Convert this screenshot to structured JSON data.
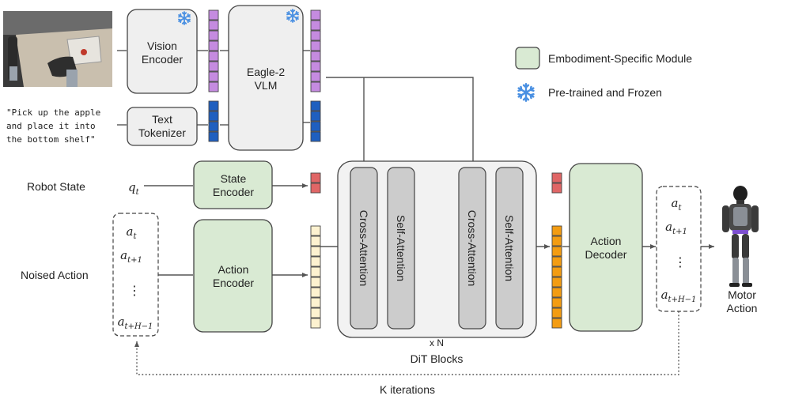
{
  "modules": {
    "vision_encoder": [
      "Vision",
      "Encoder"
    ],
    "text_tokenizer": [
      "Text",
      "Tokenizer"
    ],
    "vlm": [
      "Eagle-2",
      "VLM"
    ],
    "state_encoder": [
      "State",
      "Encoder"
    ],
    "action_encoder": [
      "Action",
      "Encoder"
    ],
    "action_decoder": [
      "Action",
      "Decoder"
    ]
  },
  "instruction": [
    "\"Pick up the apple",
    "and place it into",
    "the bottom shelf\""
  ],
  "inputs": {
    "robot_state_label": "Robot State",
    "noised_action_label": "Noised Action",
    "state_symbol": "q",
    "state_sub": "t"
  },
  "dit": {
    "blocks": [
      "Cross-Attention",
      "Self-Attention",
      "Cross-Attention",
      "Self-Attention"
    ],
    "repeat": "x N",
    "label": "DiT Blocks"
  },
  "action_sequence": {
    "symbol": "a",
    "subscripts": [
      "t",
      "t+1",
      "t+H−1"
    ],
    "ellipsis": "⋮"
  },
  "output_label": [
    "Motor",
    "Action"
  ],
  "loop_label": "K iterations",
  "legend": {
    "embodiment": "Embodiment-Specific Module",
    "frozen": "Pre-trained and Frozen"
  },
  "colors": {
    "embodiment_green": "#d9ead3",
    "frozen_blue": "#4a90e2",
    "vision_token": "#c58be0",
    "text_token": "#1f5fbf",
    "state_token": "#e06666",
    "noised_token": "#fdf2d0",
    "output_token": "#f39c12",
    "module_gray": "#efefef",
    "block_gray": "#cccccc"
  },
  "icons": [
    "snowflake-icon",
    "robot-camera-image",
    "humanoid-robot-image"
  ]
}
